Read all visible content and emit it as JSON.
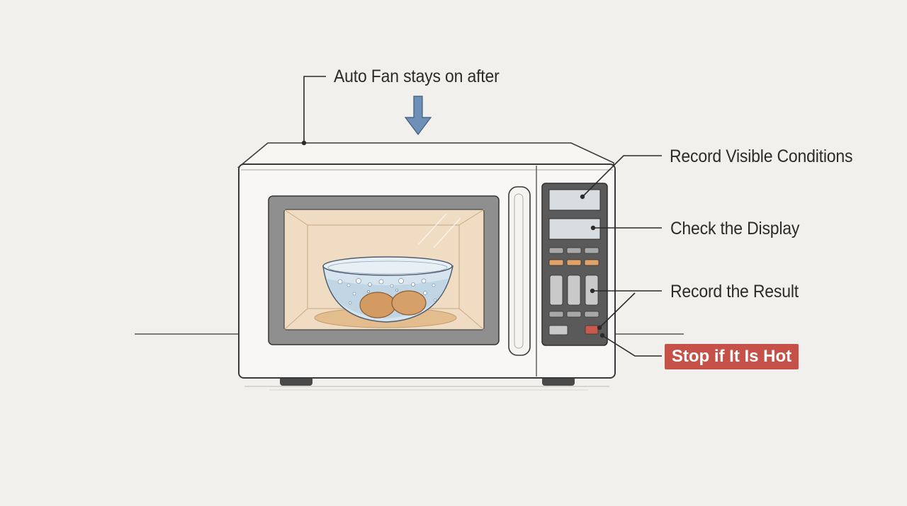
{
  "callouts": {
    "fan": "Auto Fan stays on after",
    "conditions": "Record Visible Conditions",
    "display": "Check the Display",
    "result": "Record the Result",
    "stop": "Stop if It Is Hot"
  },
  "colors": {
    "background": "#f1f0ec",
    "outline": "#3a3a3a",
    "arrow": "#6f90b6",
    "warning": "#c65148",
    "cavity": "#f0dcc2",
    "button_orange": "#e0a266",
    "stop_button": "#c75a4d",
    "egg": "#d39a62",
    "water": "#bcd3e3"
  },
  "icons": {
    "fan_arrow": "arrow-down-icon"
  }
}
